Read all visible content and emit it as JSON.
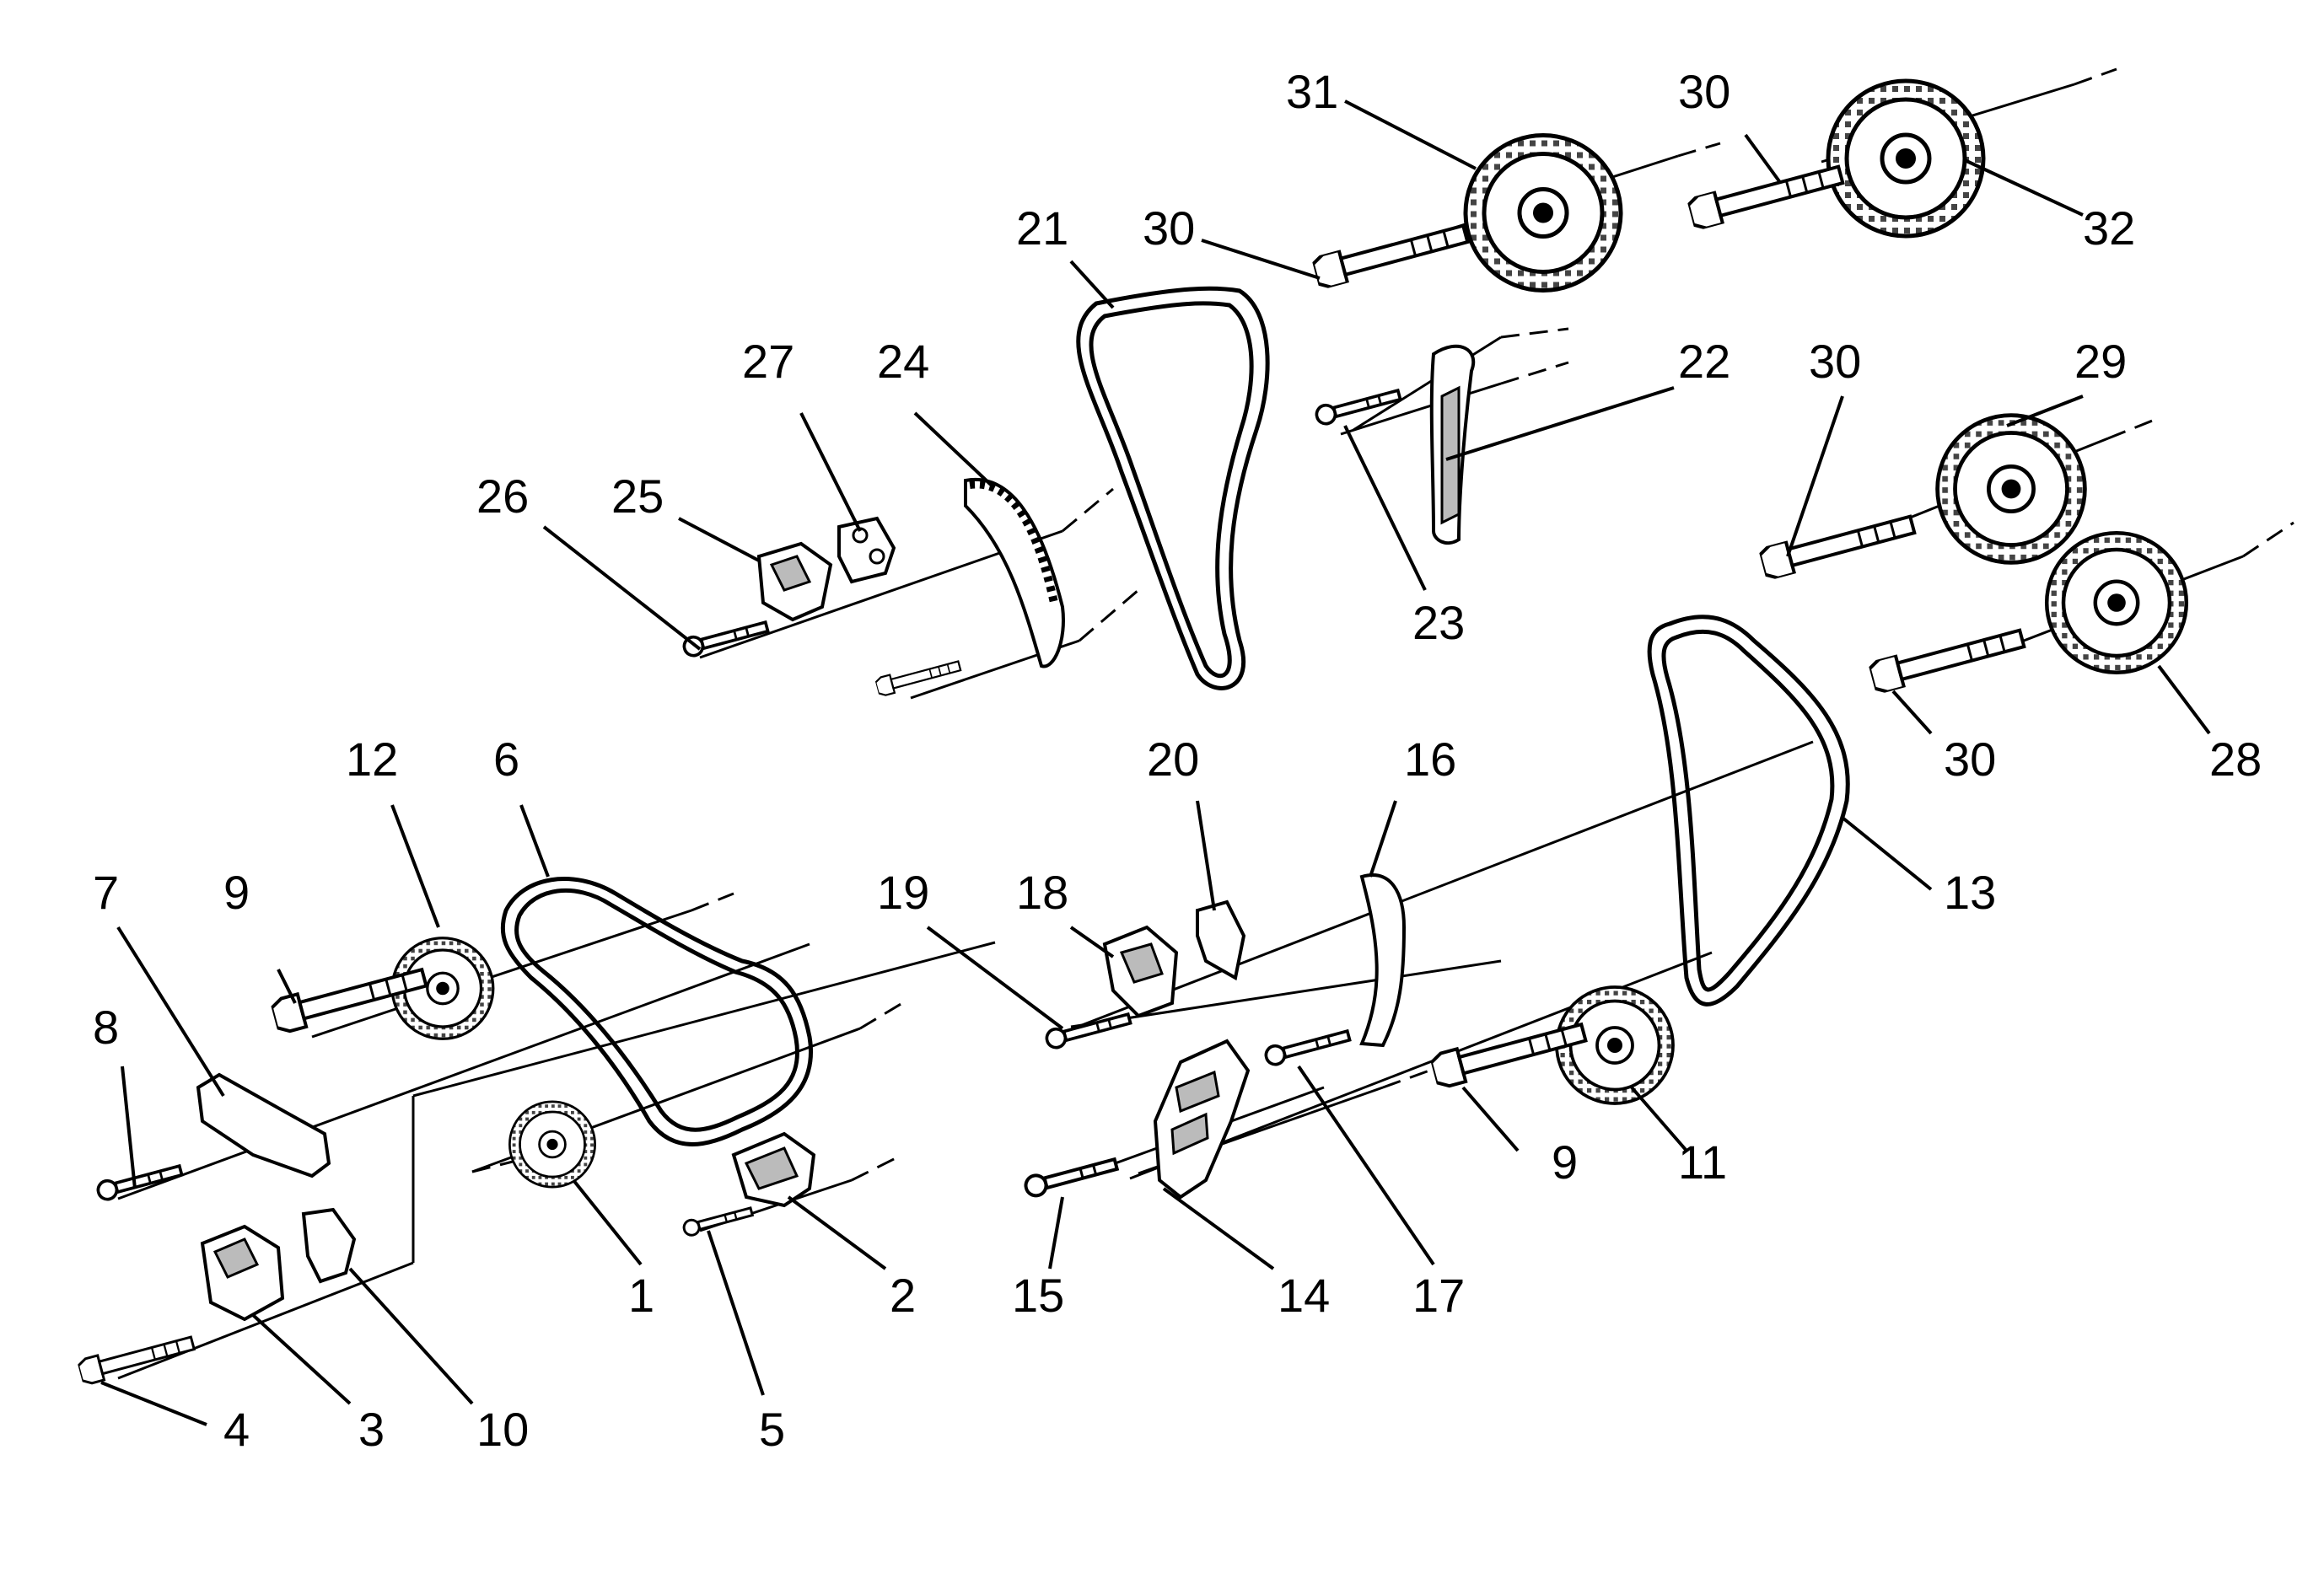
{
  "callouts": {
    "c1": "1",
    "c2": "2",
    "c3": "3",
    "c4": "4",
    "c5": "5",
    "c6": "6",
    "c7": "7",
    "c8": "8",
    "c9a": "9",
    "c9b": "9",
    "c10": "10",
    "c11": "11",
    "c12": "12",
    "c13": "13",
    "c14": "14",
    "c15": "15",
    "c16": "16",
    "c17": "17",
    "c18": "18",
    "c19": "19",
    "c20": "20",
    "c21": "21",
    "c22": "22",
    "c23": "23",
    "c24": "24",
    "c25": "25",
    "c26": "26",
    "c27": "27",
    "c28": "28",
    "c29": "29",
    "c30a": "30",
    "c30b": "30",
    "c30c": "30",
    "c30d": "30",
    "c31": "31",
    "c32": "32"
  }
}
